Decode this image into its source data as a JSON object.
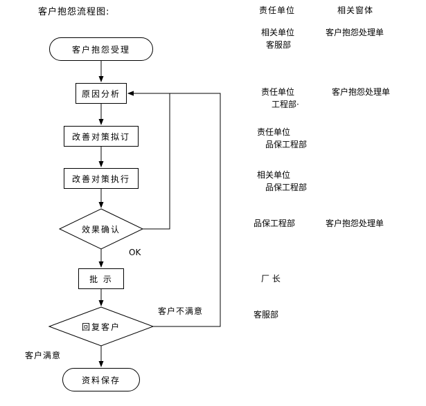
{
  "title": "客户抱怨流程图:",
  "columns": {
    "responsible": "责任单位",
    "form": "相关窗体"
  },
  "nodes": {
    "accept": "客户抱怨受理",
    "analysis": "原因分析",
    "plan": "改善对策拟订",
    "execute": "改善对策执行",
    "confirm": "效果确认",
    "approve": "批 示",
    "reply": "回复客户",
    "archive": "资料保存"
  },
  "labels": {
    "ok": "OK",
    "unsatisfied": "客户不满意",
    "satisfied": "客户满意"
  },
  "annotations": {
    "row1": {
      "unit_line1": "相关单位",
      "unit_line2": "客服部",
      "form": "客户抱怨处理单"
    },
    "row2": {
      "unit_line1": "责任单位",
      "unit_line2": "工程部·",
      "form": "客户抱怨处理单"
    },
    "row3": {
      "unit_line1": "责任单位",
      "unit_line2": "品保工程部"
    },
    "row4": {
      "unit_line1": "相关单位",
      "unit_line2": "品保工程部"
    },
    "row5": {
      "unit_line1": "品保工程部",
      "form": "客户抱怨处理单"
    },
    "row6": {
      "unit_line1": "厂 长"
    },
    "row7": {
      "unit_line1": "客服部"
    }
  },
  "flow_color": "#000000",
  "background_color": "#ffffff"
}
